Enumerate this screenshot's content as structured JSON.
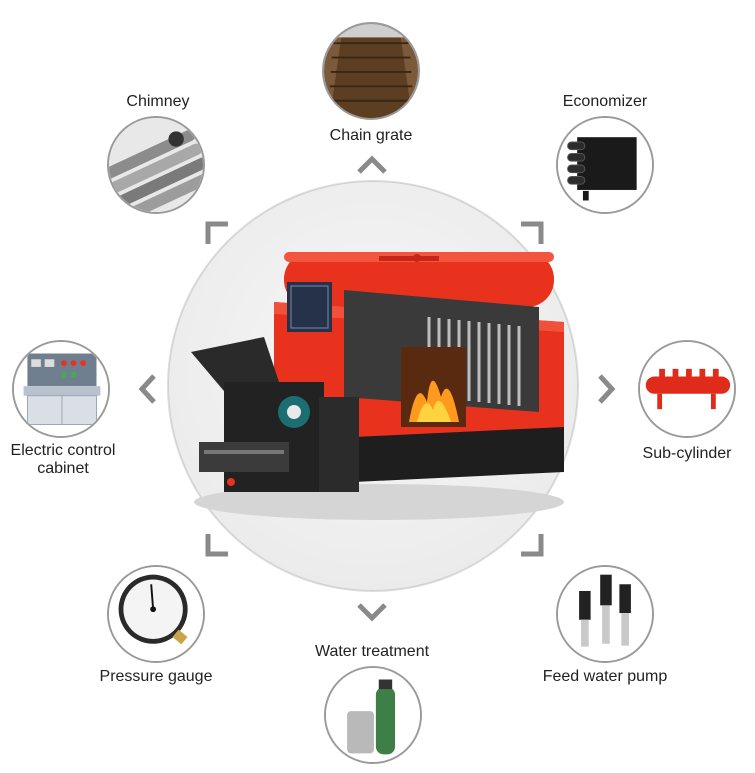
{
  "components": [
    {
      "key": "chain_grate",
      "label": "Chain grate"
    },
    {
      "key": "chimney",
      "label": "Chimney"
    },
    {
      "key": "economizer",
      "label": "Economizer"
    },
    {
      "key": "electric_control",
      "label_line1": "Electric control",
      "label_line2": "cabinet"
    },
    {
      "key": "sub_cylinder",
      "label": "Sub-cylinder"
    },
    {
      "key": "pressure_gauge",
      "label": "Pressure gauge"
    },
    {
      "key": "water_treatment",
      "label": "Water treatment"
    },
    {
      "key": "feed_water_pump",
      "label": "Feed water pump"
    }
  ],
  "colors": {
    "boiler_red": "#e8321e",
    "chevron": "#8a8a8a",
    "ring": "#9a9a9a"
  }
}
